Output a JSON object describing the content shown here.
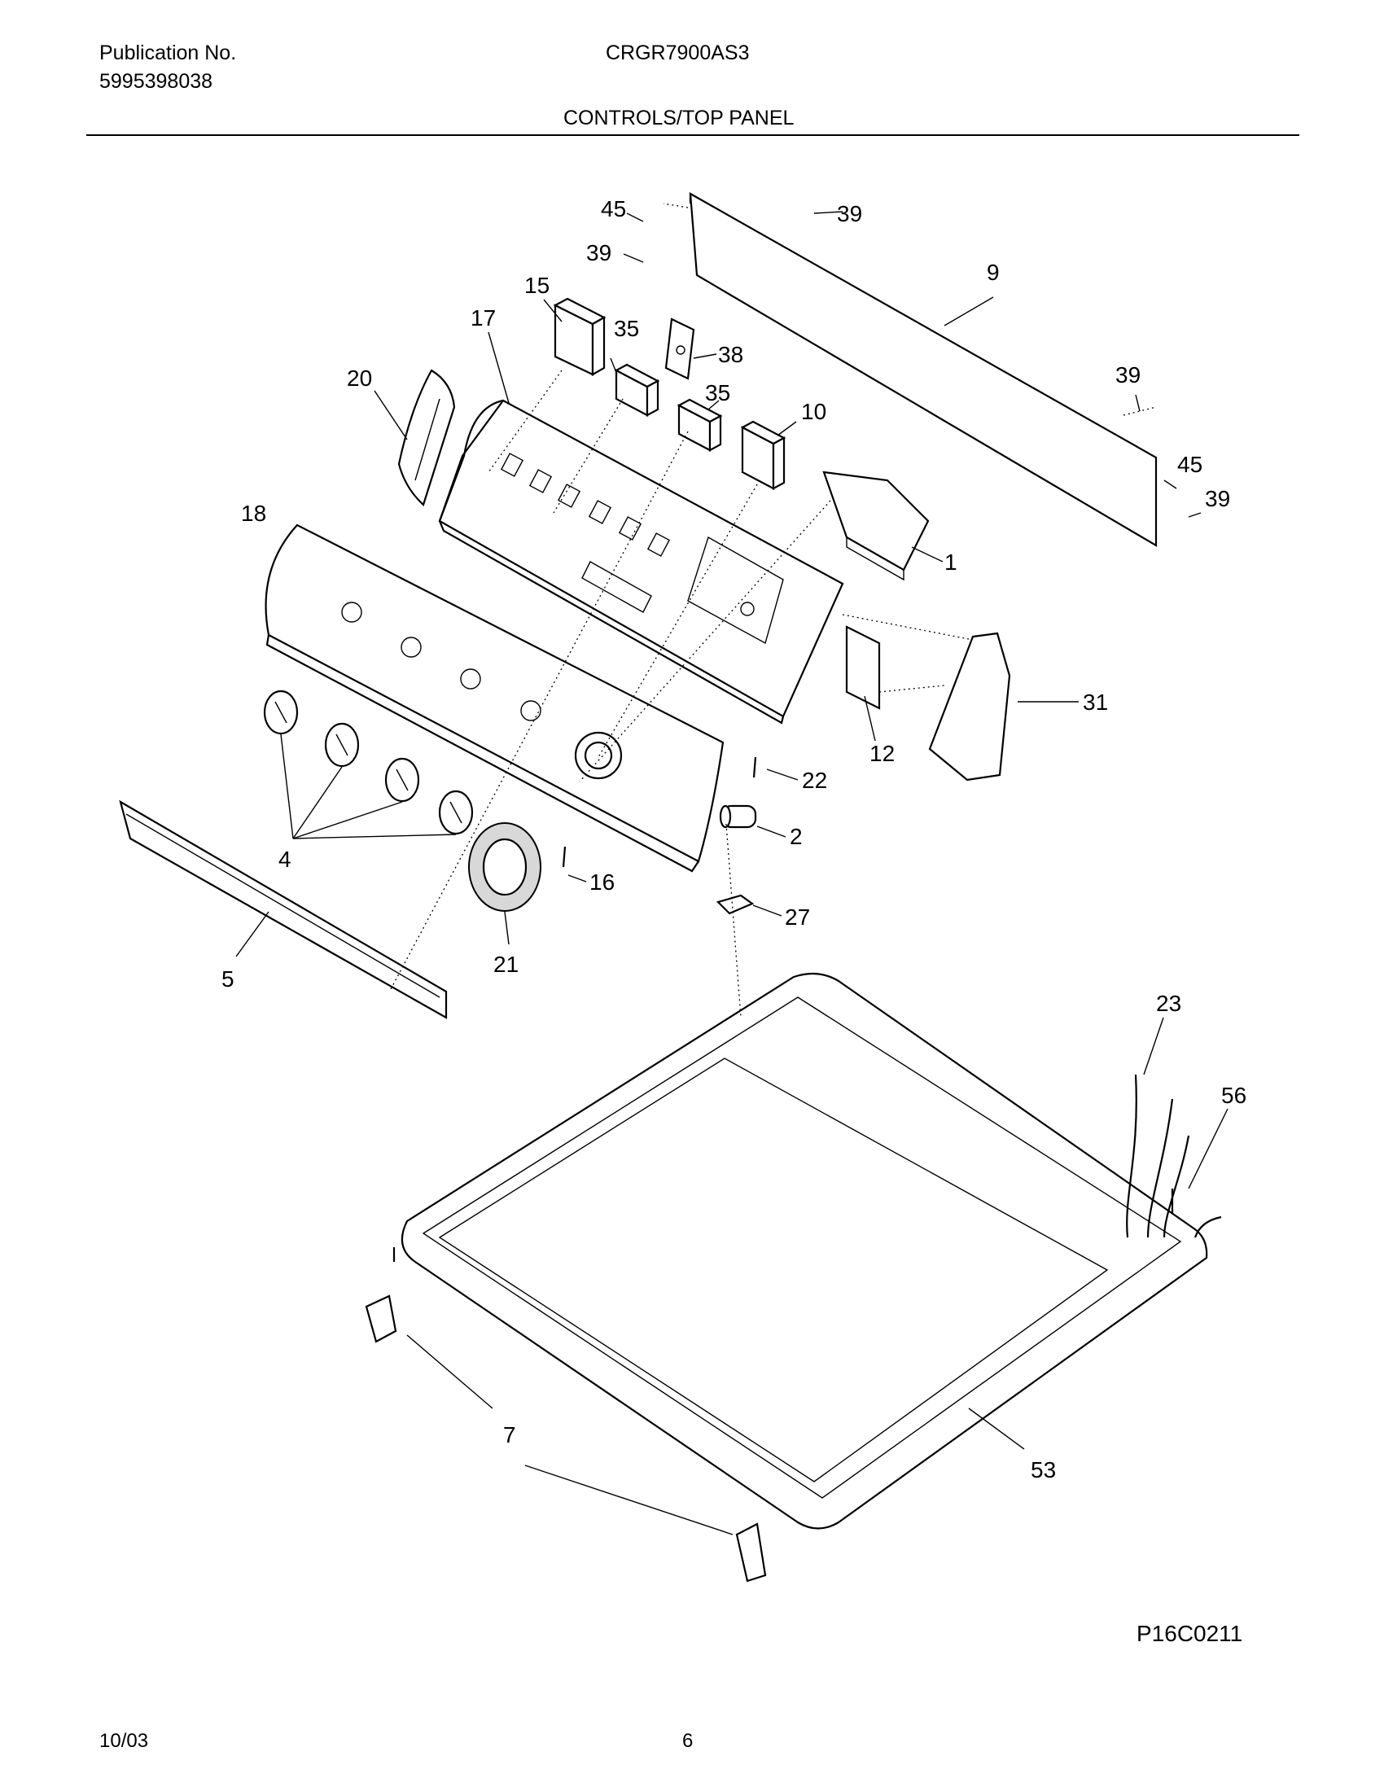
{
  "header": {
    "publication_label": "Publication No.",
    "publication_number": "5995398038",
    "model": "CRGR7900AS3",
    "section": "CONTROLS/TOP PANEL"
  },
  "figure_code": "P16C0211",
  "footer": {
    "date": "10/03",
    "page": "6"
  },
  "callouts": {
    "c1": "1",
    "c2": "2",
    "c4": "4",
    "c5": "5",
    "c7": "7",
    "c9": "9",
    "c10": "10",
    "c12": "12",
    "c15": "15",
    "c16": "16",
    "c17": "17",
    "c18": "18",
    "c20": "20",
    "c21": "21",
    "c22": "22",
    "c23": "23",
    "c27": "27",
    "c31": "31",
    "c35a": "35",
    "c35b": "35",
    "c38": "38",
    "c39a": "39",
    "c39b": "39",
    "c39c": "39",
    "c39d": "39",
    "c45a": "45",
    "c45b": "45",
    "c53": "53",
    "c56": "56"
  }
}
